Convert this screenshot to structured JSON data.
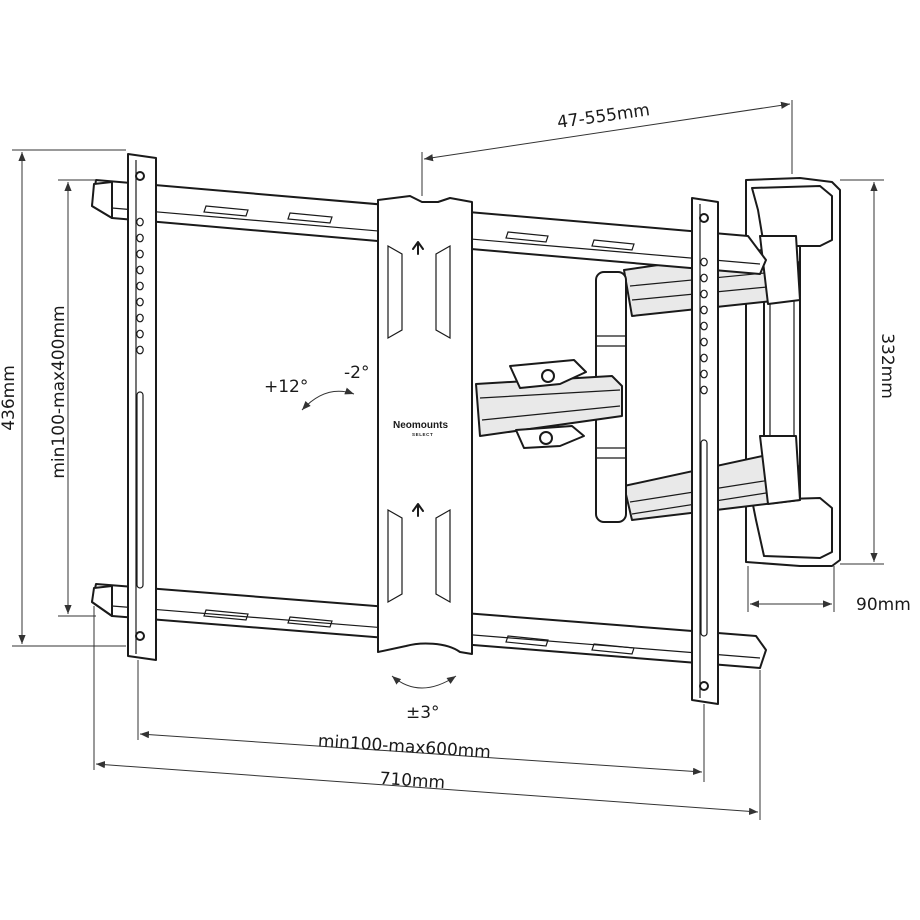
{
  "dimensions": {
    "extension": "47-555mm",
    "total_height": "436mm",
    "vesa_vertical": "min100-max400mm",
    "arm_height": "332mm",
    "depth_min": "90mm",
    "vesa_horizontal": "min100-max600mm",
    "total_width": "710mm"
  },
  "tilt": {
    "up": "+12°",
    "down": "-2°"
  },
  "rotation": "±3°",
  "brand": {
    "name": "Neomounts",
    "line": "SELECT"
  }
}
